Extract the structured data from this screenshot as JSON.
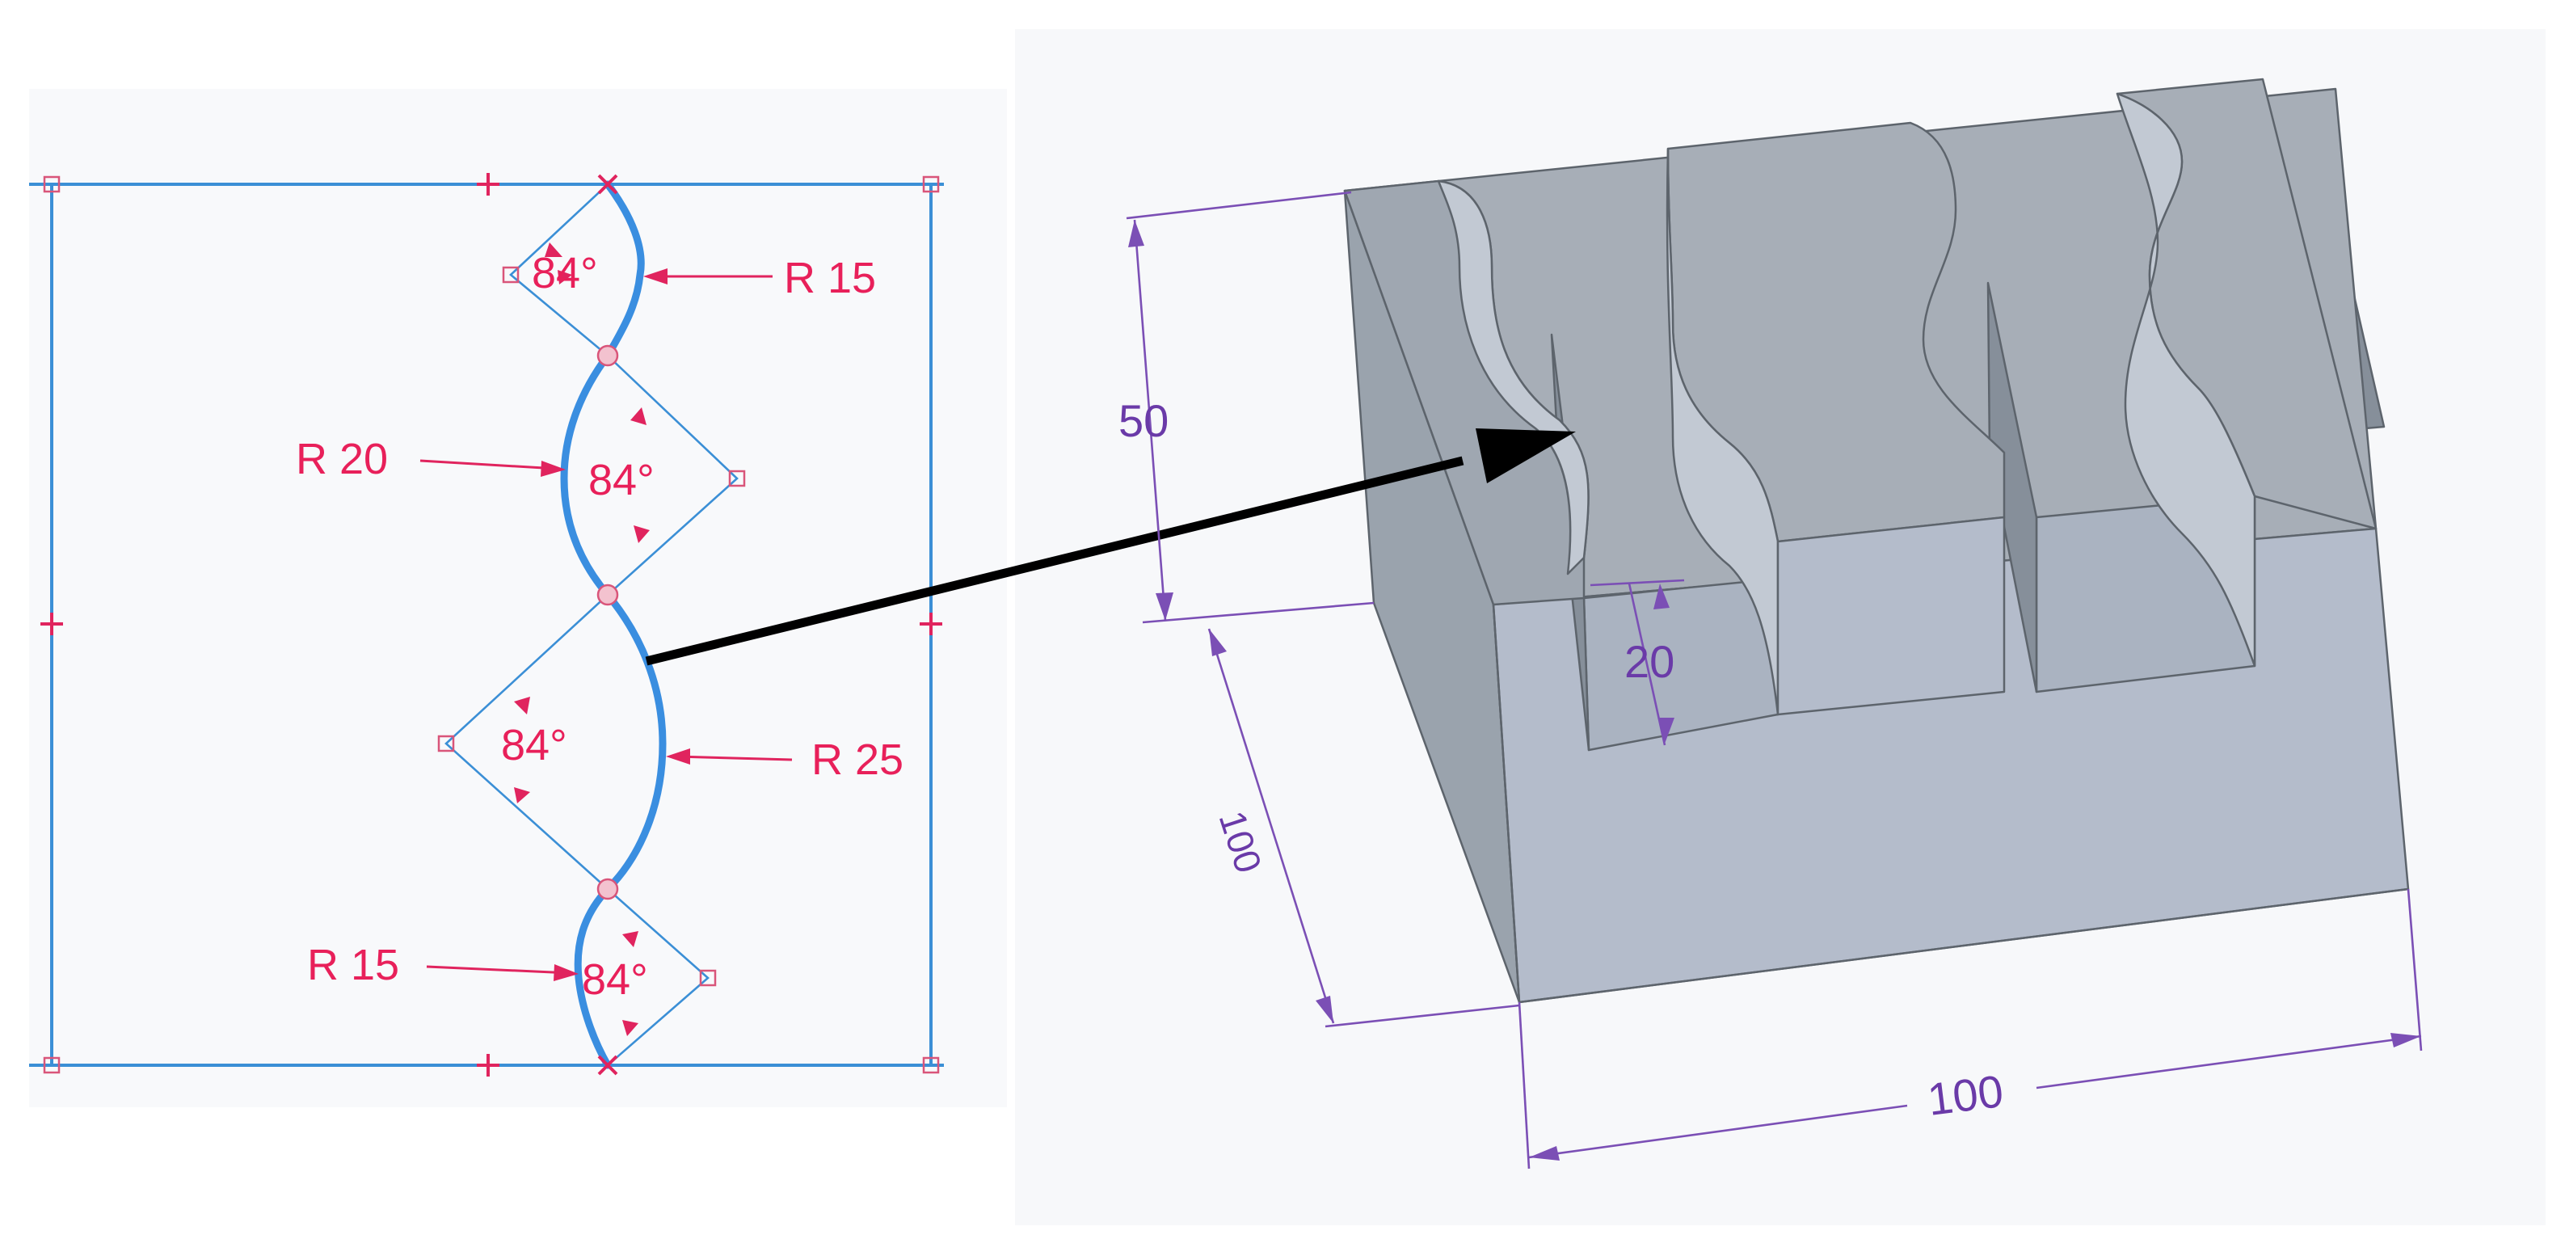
{
  "sketch": {
    "radius_labels": [
      "R 15",
      "R 20",
      "R 25",
      "R 15"
    ],
    "angle_labels": [
      "84°",
      "84°",
      "84°",
      "84°"
    ]
  },
  "part": {
    "dimensions": {
      "height": "50",
      "slot_depth": "20",
      "depth": "100",
      "width": "100"
    }
  }
}
